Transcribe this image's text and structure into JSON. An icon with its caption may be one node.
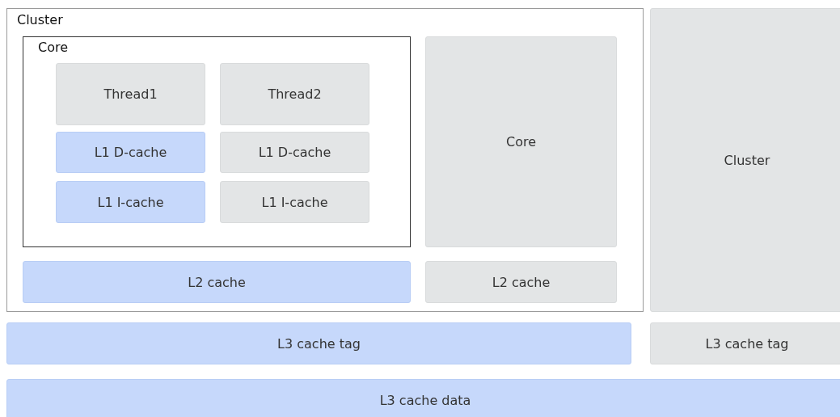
{
  "diagram": {
    "nodes": [
      {
        "text": [
          "Cluster"
        ]
      },
      {
        "text": [
          "Core"
        ],
        "in": 0
      },
      {
        "text": [
          "Thread1"
        ],
        "in": 1
      },
      {
        "text": [
          "Thread2"
        ],
        "in": 1
      },
      {
        "text": [
          "L1 D-cache"
        ],
        "in": 1
      },
      {
        "text": [
          "L1 D-cache"
        ],
        "in": 1
      },
      {
        "text": [
          "L1 I-cache"
        ],
        "in": 1
      },
      {
        "text": [
          "L1 I-cache"
        ],
        "in": 1
      },
      {
        "text": [
          "Core"
        ],
        "in": 0
      },
      {
        "text": [
          "L2 cache"
        ],
        "in": 0
      },
      {
        "text": [
          "L2 cache"
        ],
        "in": 0
      },
      {
        "text": [
          "Cluster"
        ]
      },
      {
        "text": [
          "L3 cache tag"
        ]
      },
      {
        "text": [
          "L3 cache tag"
        ]
      },
      {
        "text": [
          "L3 cache data"
        ]
      }
    ]
  }
}
